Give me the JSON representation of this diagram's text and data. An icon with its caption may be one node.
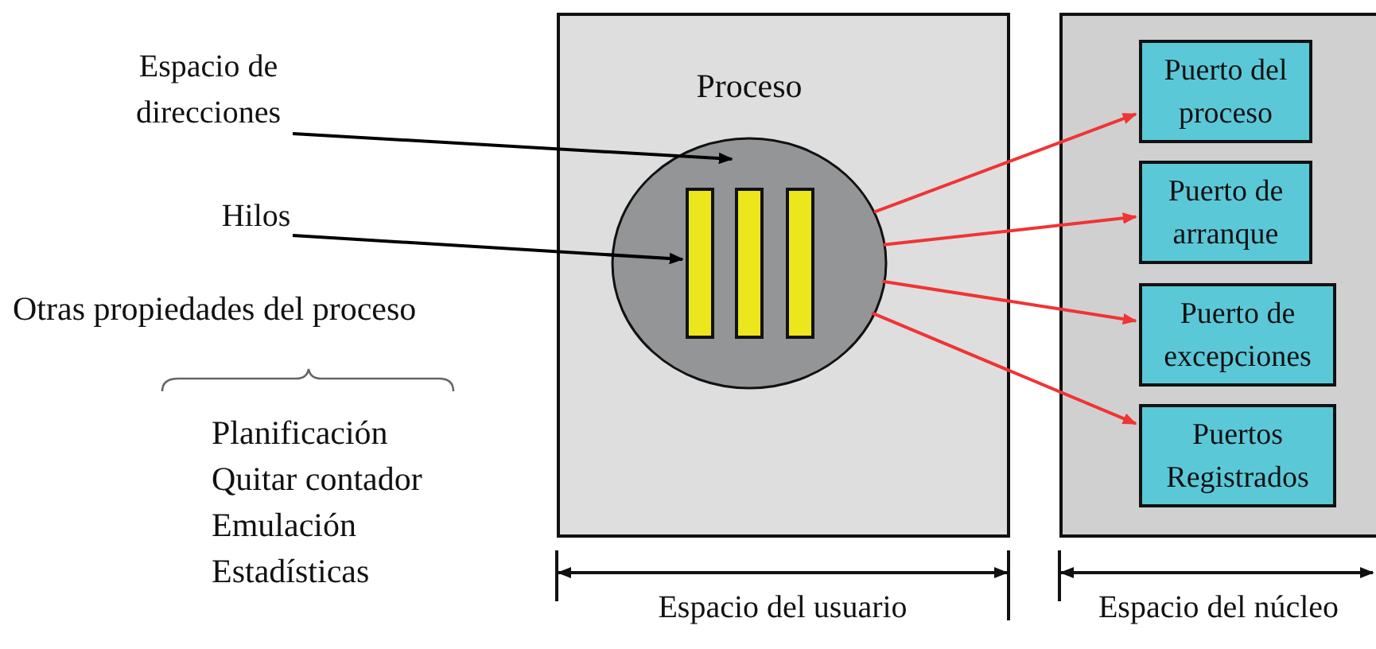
{
  "diagram": {
    "nodes": [
      {
        "text": [],
        "shape": "box",
        "beside": [
          "Espacio del usuario"
        ]
      },
      {
        "text": [],
        "shape": "box",
        "beside": [
          "Espacio del núcleo"
        ]
      },
      {
        "text": [
          "Proceso"
        ],
        "in": 0
      },
      {
        "text": [],
        "shape": "bar",
        "in": 2
      },
      {
        "text": [],
        "shape": "bar",
        "in": 2
      },
      {
        "text": [],
        "shape": "bar",
        "in": 2
      },
      {
        "text": [
          "Puerto del proceso"
        ],
        "in": 1
      },
      {
        "text": [
          "Puerto de arranque"
        ],
        "in": 1
      },
      {
        "text": [
          "Puerto de excepciones"
        ],
        "in": 1
      },
      {
        "text": [
          "Puertos Registrados"
        ],
        "in": 1
      },
      {
        "text": [
          "Espacio de direcciones"
        ]
      },
      {
        "text": [
          "Hilos"
        ]
      }
    ],
    "edges": [
      {
        "from": 10,
        "to": 2,
        "arrow": "to",
        "color": "#000000"
      },
      {
        "from": 11,
        "to": 3,
        "arrow": "to",
        "color": "#000000"
      },
      {
        "from": 2,
        "to": 6,
        "arrow": "to"
      },
      {
        "from": 2,
        "to": 7,
        "arrow": "to"
      },
      {
        "from": 2,
        "to": 8,
        "arrow": "to"
      },
      {
        "from": 2,
        "to": 9,
        "arrow": "to"
      }
    ],
    "labels": [
      "Otras propiedades del proceso",
      "Planificación",
      "Quitar contador",
      "Emulación",
      "Estadísticas"
    ]
  }
}
